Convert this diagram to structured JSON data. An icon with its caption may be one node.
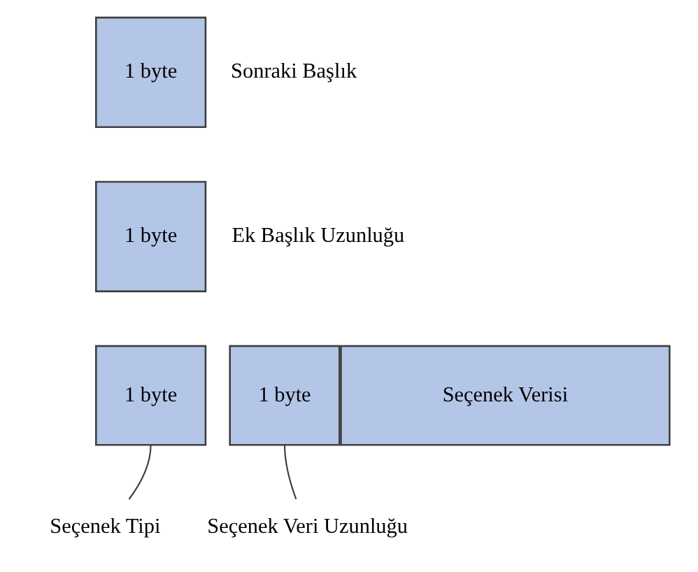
{
  "diagram": {
    "nodes": [
      {
        "text": [
          "1 byte"
        ],
        "beside": [
          "Sonraki Başlık"
        ]
      },
      {
        "text": [
          "1 byte"
        ],
        "beside": [
          "Ek Başlık Uzunluğu"
        ]
      },
      {
        "text": [
          "1 byte"
        ]
      },
      {
        "text": [
          "1 byte"
        ]
      },
      {
        "text": [
          "Seçenek Verisi"
        ]
      },
      {
        "text": [
          "Seçenek Tipi"
        ]
      },
      {
        "text": [
          "Seçenek Veri Uzunluğu"
        ]
      }
    ],
    "edges": [
      {
        "from": 5,
        "to": 2,
        "arrow": "none"
      },
      {
        "from": 6,
        "to": 3,
        "arrow": "none"
      }
    ]
  }
}
